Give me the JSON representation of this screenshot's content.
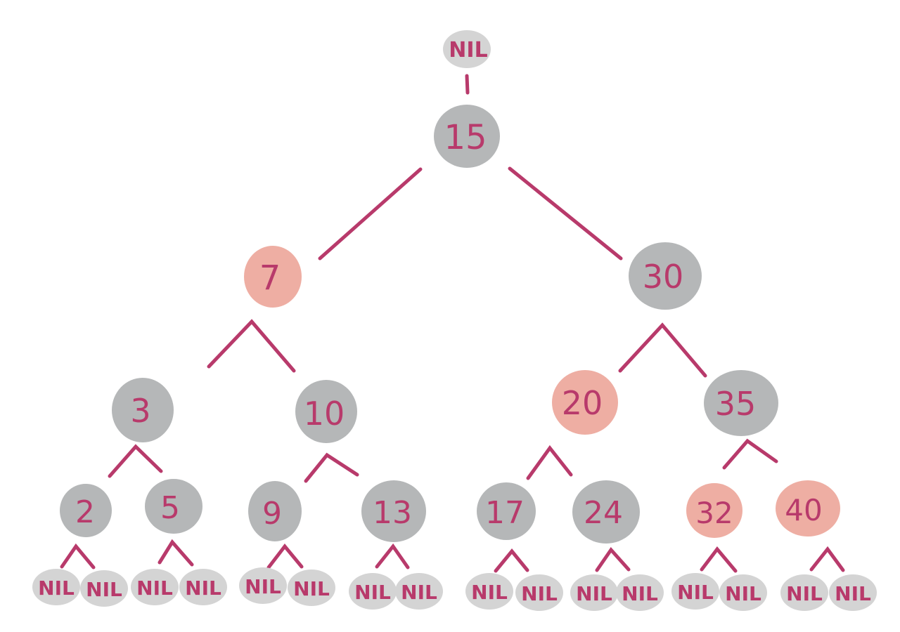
{
  "colors": {
    "black_node": "#b5b7b8",
    "red_node": "#eeaea3",
    "nil_node": "#d4d4d4",
    "text_and_edges": "#b83a6b"
  },
  "root_nil": {
    "label": "NIL"
  },
  "root": {
    "label": "15",
    "color": "black"
  },
  "level1": [
    {
      "label": "7",
      "color": "red"
    },
    {
      "label": "30",
      "color": "black"
    }
  ],
  "level2": [
    {
      "label": "3",
      "color": "black"
    },
    {
      "label": "10",
      "color": "black"
    },
    {
      "label": "20",
      "color": "red"
    },
    {
      "label": "35",
      "color": "black"
    }
  ],
  "level3": [
    {
      "label": "2",
      "color": "black"
    },
    {
      "label": "5",
      "color": "black"
    },
    {
      "label": "9",
      "color": "black"
    },
    {
      "label": "13",
      "color": "black"
    },
    {
      "label": "17",
      "color": "black"
    },
    {
      "label": "24",
      "color": "black"
    },
    {
      "label": "32",
      "color": "red"
    },
    {
      "label": "40",
      "color": "red"
    }
  ],
  "nil_leaves": [
    "NIL",
    "NIL",
    "NIL",
    "NIL",
    "NIL",
    "NIL",
    "NIL",
    "NIL",
    "NIL",
    "NIL",
    "NIL",
    "NIL",
    "NIL",
    "NIL",
    "NIL",
    "NIL"
  ]
}
